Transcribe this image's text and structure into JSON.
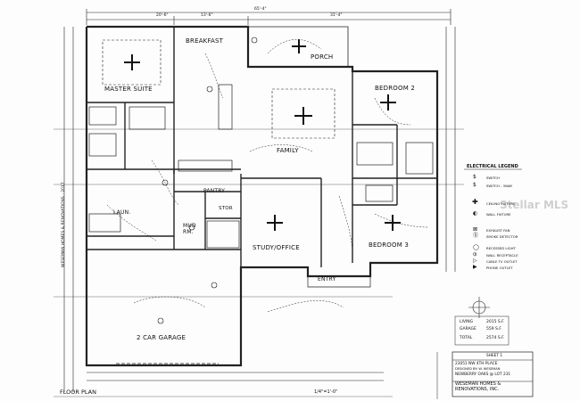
{
  "rooms": {
    "master_suite": "MASTER SUITE",
    "breakfast": "BREAKFAST",
    "porch": "PORCH",
    "bedroom2": "BEDROOM 2",
    "family": "FAMILY",
    "pantry": "PANTRY",
    "laun": "LAUN.",
    "stor": "STOR",
    "mud_rm": "MUD\nRM.",
    "study_office": "STUDY/OFFICE",
    "bedroom3": "BEDROOM 3",
    "entry": "ENTRY",
    "garage": "2 CAR GARAGE"
  },
  "dimensions": {
    "overall": "65'-4\"",
    "top_left": "20'-6\"",
    "top_mid": "13'-6\"",
    "top_right": "31'-4\""
  },
  "legend": {
    "title": "ELECTRICAL LEGEND",
    "items": [
      "SWITCH",
      "SWITCH - 3WAY",
      "CEILING FIXTURE",
      "WALL FIXTURE",
      "EXHAUST FAN",
      "SMOKE DETECTOR",
      "RECESSED LIGHT",
      "WALL RECEPTACLE",
      "CABLE TV OUTLET",
      "PHONE OUTLET"
    ]
  },
  "areas": {
    "living_label": "LIVING",
    "living_value": "2015 S.F.",
    "garage_label": "GARAGE",
    "garage_value": "559 S.F.",
    "total_label": "TOTAL",
    "total_value": "2574 S.F."
  },
  "title_block": {
    "sheet": "SHEET 1",
    "address": "23051 NW 4TH PLACE",
    "designed_by": "DESIGNED BY: W. WESEMAN",
    "subdivision": "NEWBERRY OAKS @ LOT 231",
    "company": "WESEMAN HOMES &\nRENOVATIONS, INC.",
    "vertical": "WESEMAN HOMES & RENOVATIONS - 2017"
  },
  "footer": {
    "floor_plan": "FLOOR PLAN",
    "scale": "1/4\"=1'-0\""
  },
  "watermark": "Stellar MLS"
}
